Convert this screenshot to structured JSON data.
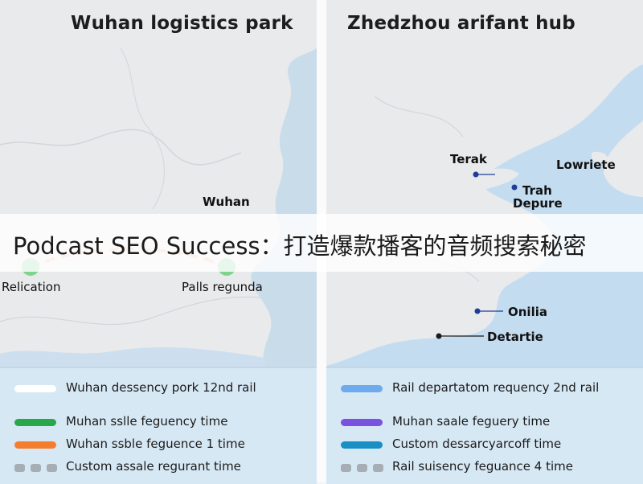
{
  "colors": {
    "water": "#c4dcf0",
    "land": "#e8eaec",
    "route": "#f3b98f",
    "node": "#7fd38e",
    "marker": "#1f3d99"
  },
  "banner": {
    "text": "Podcast SEO Success：打造爆款播客的音频搜索秘密"
  },
  "left": {
    "title": "Wuhan logistics park",
    "labels": {
      "wuhan": "Wuhan",
      "relication": "Relication",
      "palls": "Palls regunda"
    },
    "legend": [
      {
        "label": "Wuhan dessency pork 12nd rail",
        "swatch": "#ffffff"
      },
      {
        "label": "Muhan sslle feguency time",
        "swatch": "#29a84a"
      },
      {
        "label": "Wuhan ssble feguence 1 time",
        "swatch": "#f57d2e"
      },
      {
        "label": "Custom assale regurant time",
        "swatch": "dots"
      }
    ]
  },
  "right": {
    "title": "Zhedzhou arifant hub",
    "labels": {
      "terak": "Terak",
      "lowriete": "Lowriete",
      "trah": "Trah",
      "depure": "Depure",
      "onilia": "Onilia",
      "detartie": "Detartie"
    },
    "legend": [
      {
        "label": "Rail departatom requency 2nd rail",
        "swatch": "#6eaaee"
      },
      {
        "label": "Muhan saale feguery time",
        "swatch": "#7a52e0"
      },
      {
        "label": "Custom dessarcyarcoff time",
        "swatch": "#1a8fc4"
      },
      {
        "label": "Rail suisency feguance 4 time",
        "swatch": "dots"
      }
    ]
  }
}
